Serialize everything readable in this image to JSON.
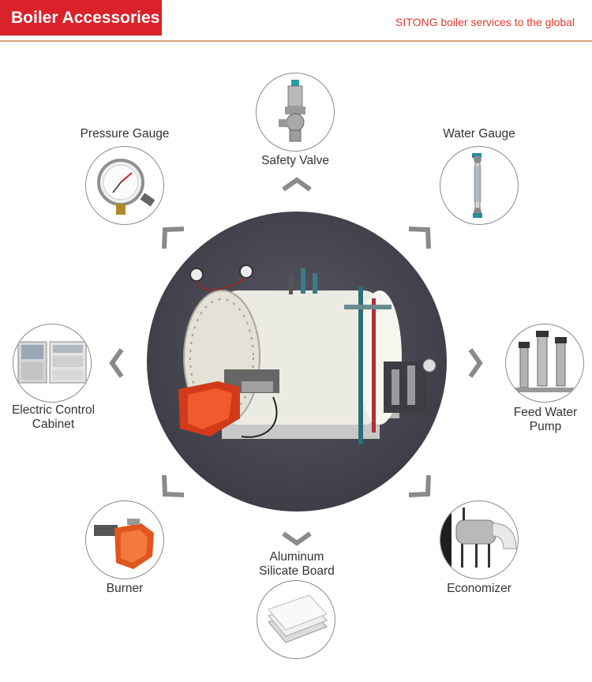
{
  "header": {
    "title": "Boiler Accessories",
    "tagline": "SITONG boiler services to the global"
  },
  "colors": {
    "accent": "#d9222a",
    "rule": "#d9a07a",
    "chevron": "#8a8a8a"
  },
  "items": {
    "safety_valve": {
      "label": "Safety Valve",
      "icon": "safety-valve-icon"
    },
    "pressure_gauge": {
      "label": "Pressure Gauge",
      "icon": "pressure-gauge-icon"
    },
    "water_gauge": {
      "label": "Water Gauge",
      "icon": "water-gauge-icon"
    },
    "electric_control_cabinet": {
      "label_line1": "Electric Control",
      "label_line2": "Cabinet",
      "icon": "control-cabinet-icon"
    },
    "feed_water_pump": {
      "label_line1": "Feed Water",
      "label_line2": "Pump",
      "icon": "water-pump-icon"
    },
    "burner": {
      "label": "Burner",
      "icon": "burner-icon"
    },
    "aluminum_silicate_board": {
      "label_line1": "Aluminum",
      "label_line2": "Silicate Board",
      "icon": "silicate-board-icon"
    },
    "economizer": {
      "label": "Economizer",
      "icon": "economizer-icon"
    }
  }
}
